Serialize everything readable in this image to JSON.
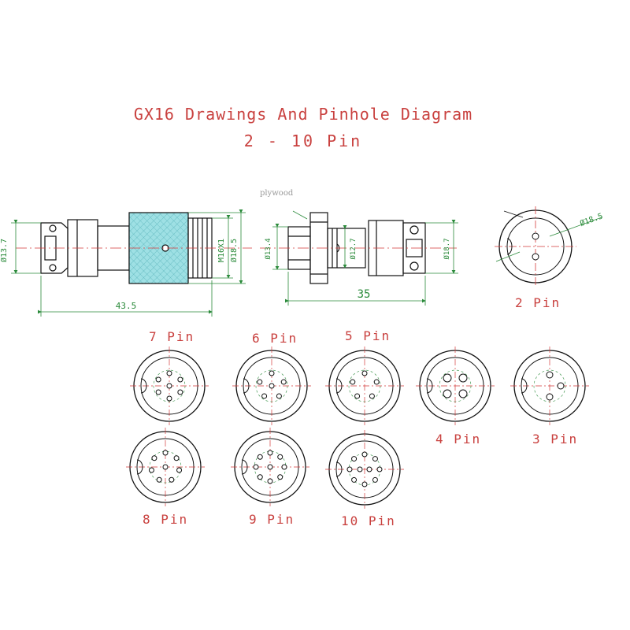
{
  "title": {
    "line1": "GX16 Drawings And Pinhole Diagram",
    "line2": "2 - 10 Pin"
  },
  "watermark": "plywood",
  "dimensions": {
    "d13_7": "Ø13.7",
    "m16": "M16X1",
    "d18_5_plug": "Ø18.5",
    "len_43_5": "43.5",
    "d13_4": "Ø13.4",
    "d12_7": "Ø12.7",
    "d18_7": "Ø18.7",
    "len_35": "35",
    "d18_5_face": "Ø18.5"
  },
  "pin_labels": {
    "p2": "2 Pin",
    "p3": "3 Pin",
    "p4": "4 Pin",
    "p5": "5 Pin",
    "p6": "6 Pin",
    "p7": "7 Pin",
    "p8": "8 Pin",
    "p9": "9 Pin",
    "p10": "10 Pin"
  },
  "colors": {
    "title": "#c9413f",
    "outline": "#111111",
    "centerline": "#d43a3a",
    "dimension": "#2a8a3a",
    "knurl": "#9ee0e4",
    "pin_number": "#a23cbf"
  }
}
